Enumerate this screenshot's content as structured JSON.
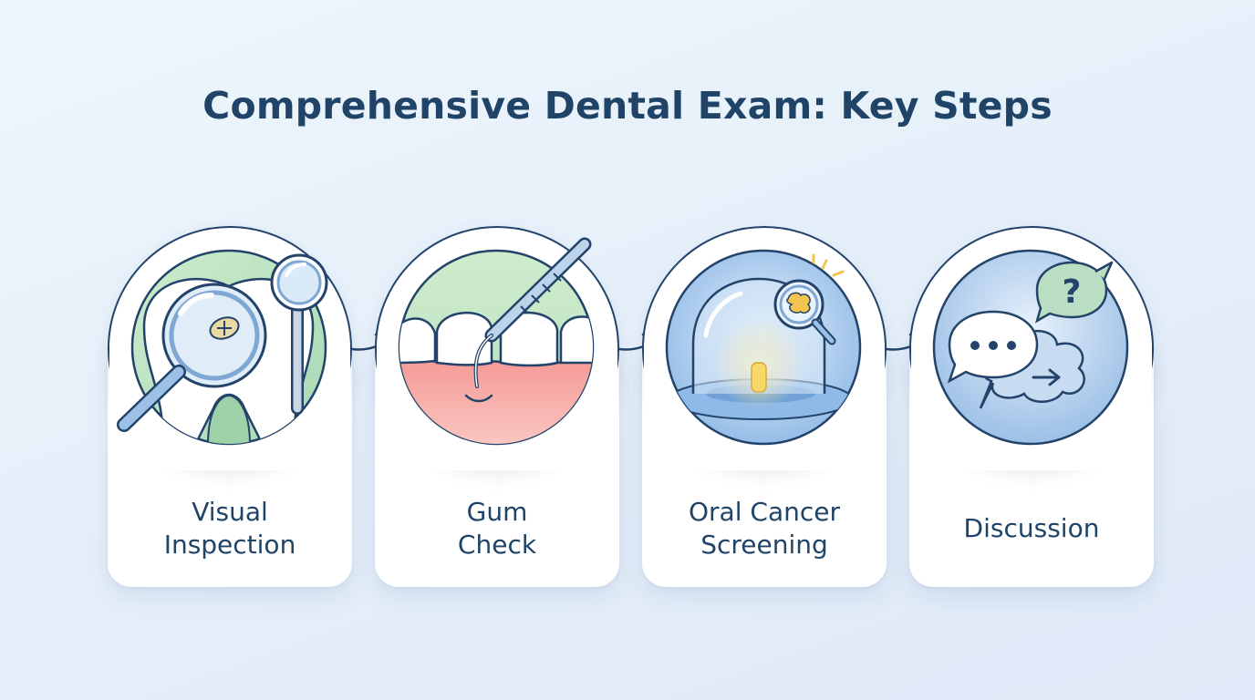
{
  "title": "Comprehensive Dental Exam: Key Steps",
  "steps": [
    {
      "line1": "Visual",
      "line2": "Inspection",
      "icon": "magnifier-tooth-mirror-icon"
    },
    {
      "line1": "Gum",
      "line2": "Check",
      "icon": "gum-probe-icon"
    },
    {
      "line1": "Oral Cancer",
      "line2": "Screening",
      "icon": "screening-light-icon"
    },
    {
      "line1": "Discussion",
      "line2": "",
      "icon": "chat-bubbles-icon"
    }
  ],
  "colors": {
    "title": "#1f4468",
    "outline": "#23436a",
    "green": "#bfe3c4",
    "blue": "#b9d5f2",
    "pink": "#f6a7a4"
  }
}
